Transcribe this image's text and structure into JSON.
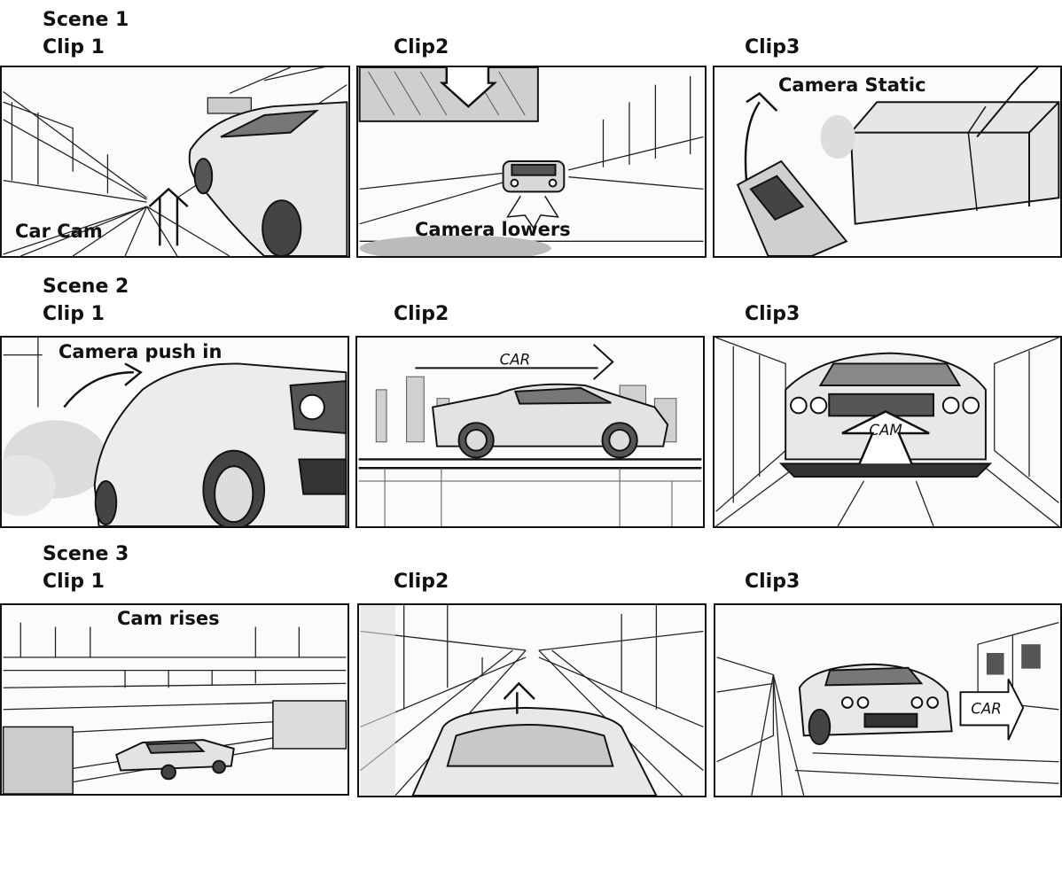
{
  "scenes": [
    {
      "title": "Scene 1",
      "clips": [
        {
          "label": "Clip 1",
          "caption": "Car Cam"
        },
        {
          "label": "Clip2",
          "caption": "Camera lowers"
        },
        {
          "label": "Clip3",
          "caption": "Camera Static"
        }
      ]
    },
    {
      "title": "Scene 2",
      "clips": [
        {
          "label": "Clip 1",
          "caption": "Camera push in"
        },
        {
          "label": "Clip2",
          "caption": "",
          "arrow_text": "CAR"
        },
        {
          "label": "Clip3",
          "caption": "",
          "arrow_text": "CAM"
        }
      ]
    },
    {
      "title": "Scene 3",
      "clips": [
        {
          "label": "Clip 1",
          "caption": "Cam rises"
        },
        {
          "label": "Clip2",
          "caption": ""
        },
        {
          "label": "Clip3",
          "caption": "",
          "arrow_text": "CAR"
        }
      ]
    }
  ]
}
